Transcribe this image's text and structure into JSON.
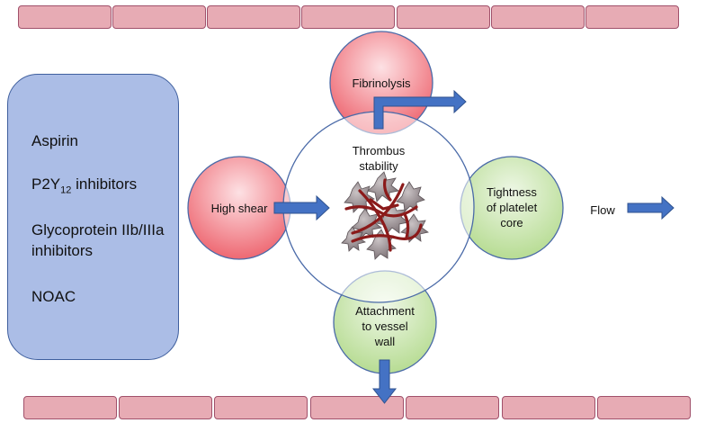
{
  "colors": {
    "endothelium_fill": "#e7abb4",
    "endothelium_border": "#a0506a",
    "drug_panel": "#abbde6",
    "circle_stroke": "#4a6aa8",
    "arrow": "#4472c4",
    "red_node_light": "#fde1e4",
    "red_node_dark": "#ee6872",
    "green_node_light": "#eef7e6",
    "green_node_dark": "#b7dc93",
    "fibrin": "#8b1a1a",
    "platelet": "#8f8c8d"
  },
  "drugs": {
    "aspirin": "Aspirin",
    "p2y12_main": "P2Y",
    "p2y12_sub": "12",
    "p2y12_rest": " inhibitors",
    "gp_line1": "Glycoprotein IIb/IIIa",
    "gp_line2": "inhibitors",
    "noac": "NOAC"
  },
  "center": {
    "line1": "Thrombus",
    "line2": "stability"
  },
  "factors": {
    "fibrinolysis": "Fibrinolysis",
    "high_shear": "High shear",
    "tightness_line1": "Tightness",
    "tightness_line2": "of platelet",
    "tightness_line3": "core",
    "attachment_line1": "Attachment",
    "attachment_line2": "to vessel",
    "attachment_line3": "wall"
  },
  "flow_label": "Flow",
  "icons": {
    "thrombus": "thrombus-icon",
    "arrows": "block-arrow-icon"
  }
}
